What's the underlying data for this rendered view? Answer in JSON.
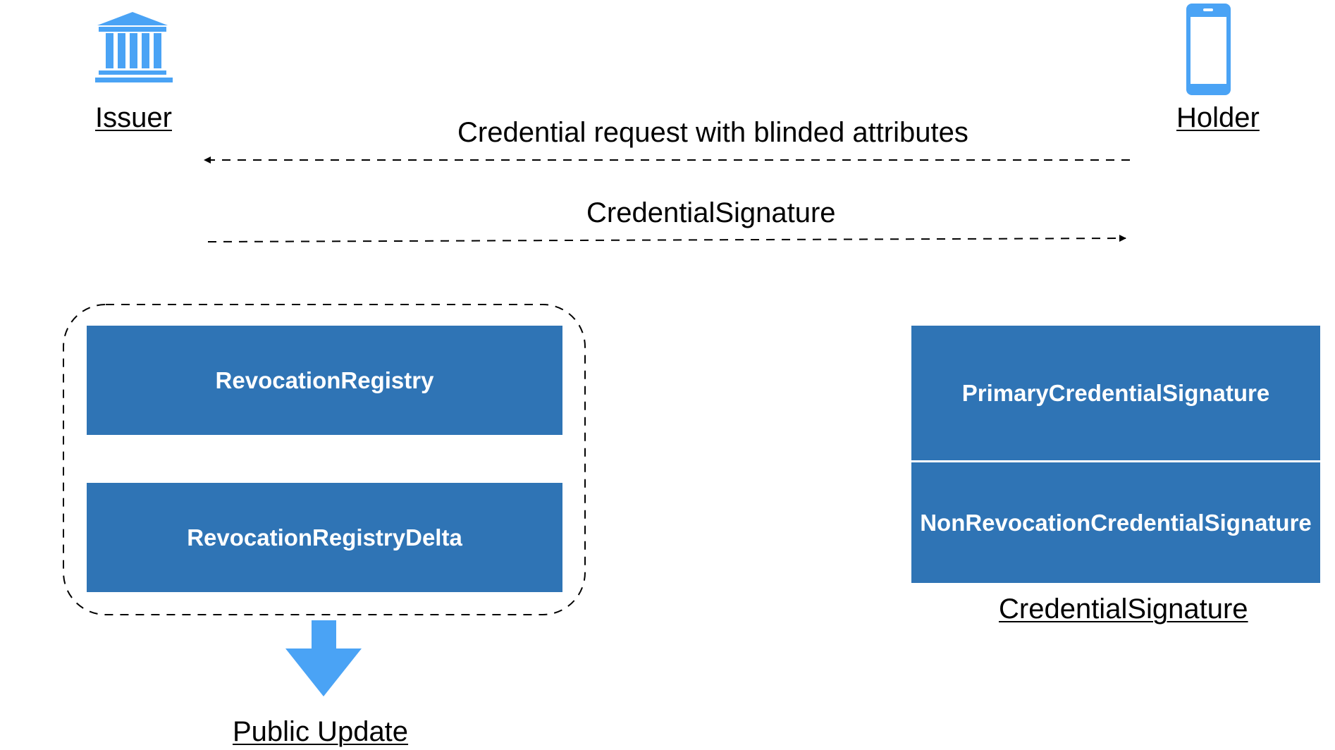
{
  "actors": {
    "issuer": {
      "label": "Issuer",
      "icon": "bank-building-icon"
    },
    "holder": {
      "label": "Holder",
      "icon": "smartphone-icon"
    }
  },
  "messages": [
    {
      "text": "Credential request with blinded attributes",
      "direction": "holder-to-issuer"
    },
    {
      "text": "CredentialSignature",
      "direction": "issuer-to-holder"
    }
  ],
  "issuer_group": {
    "boxes": [
      "RevocationRegistry",
      "RevocationRegistryDelta"
    ],
    "output_label": "Public Update",
    "output_icon": "down-arrow-icon"
  },
  "holder_group": {
    "boxes": [
      "PrimaryCredentialSignature",
      "NonRevocationCredentialSignature"
    ],
    "caption": "CredentialSignature"
  },
  "colors": {
    "box_fill": "#2f74b5",
    "icon_blue": "#4aa3f5",
    "box_text": "#ffffff",
    "line": "#000000"
  }
}
